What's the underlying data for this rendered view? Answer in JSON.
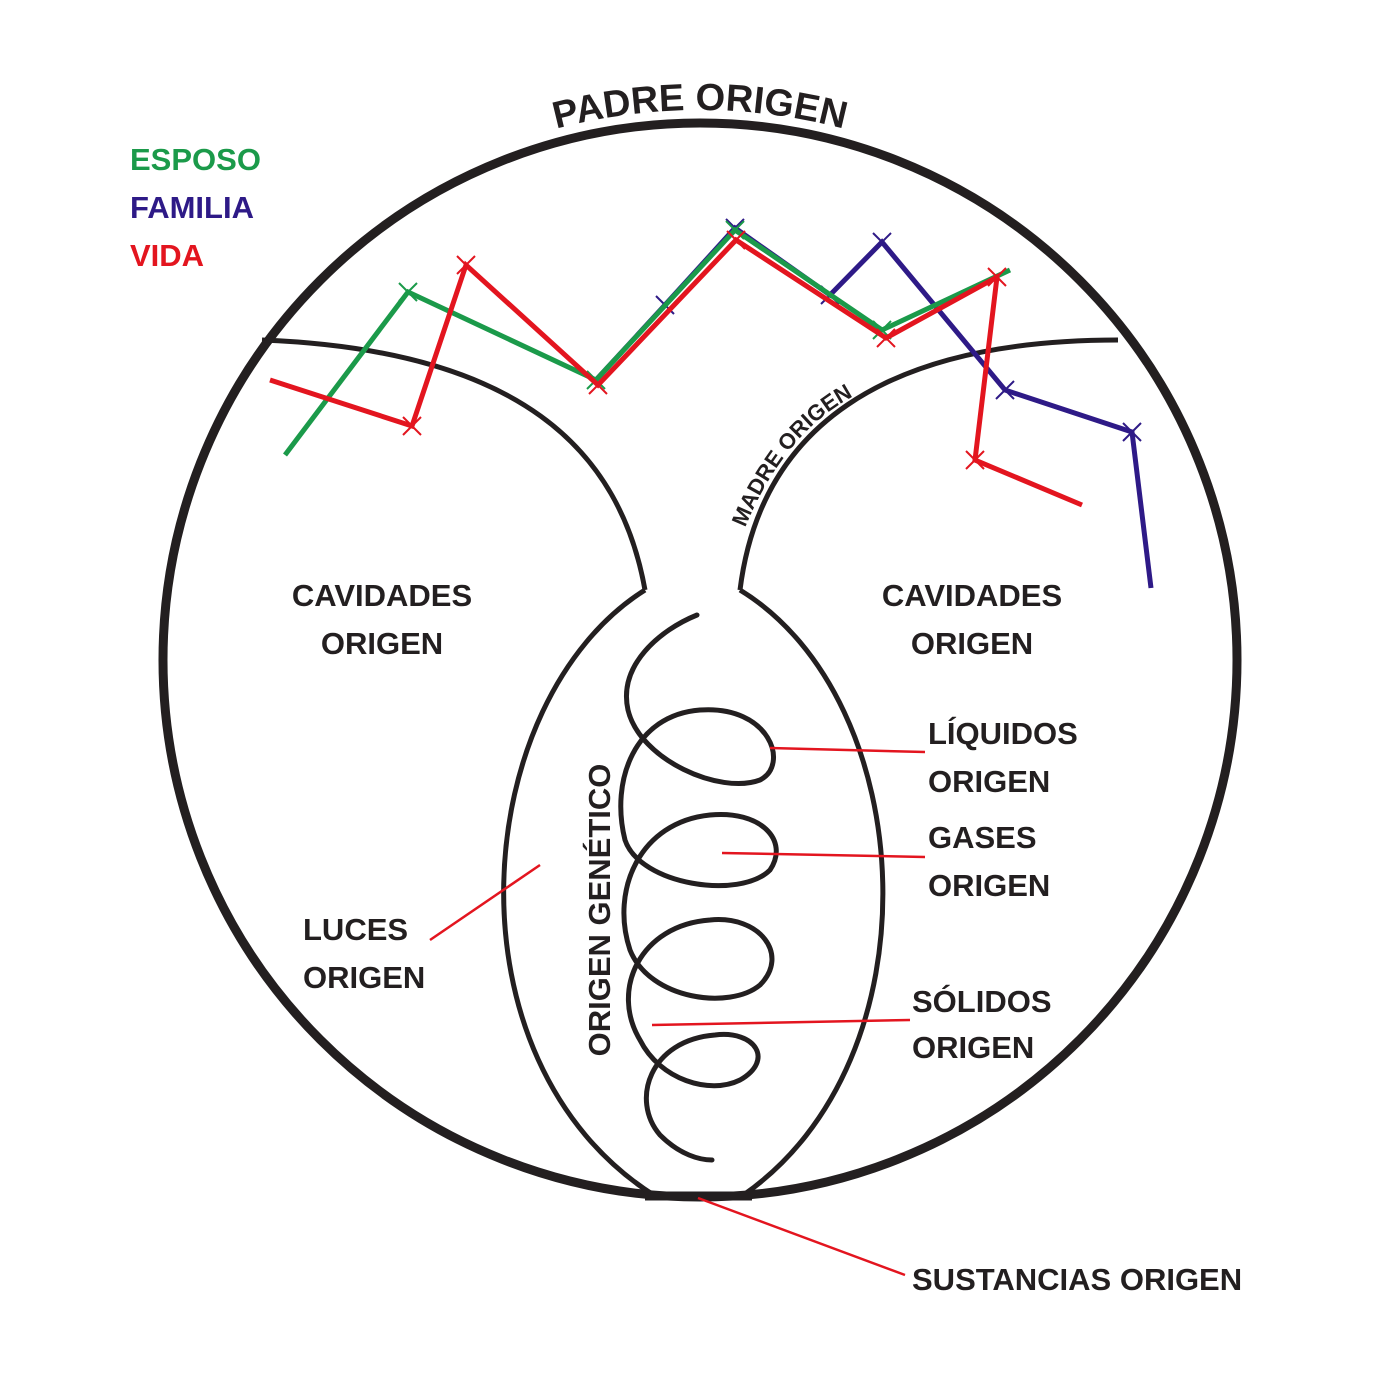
{
  "title": "PADRE ORIGEN",
  "arc_label": "MADRE ORIGEN",
  "legend": [
    {
      "label": "ESPOSO",
      "color": "#1b9a4a"
    },
    {
      "label": "FAMILIA",
      "color": "#2e1a87"
    },
    {
      "label": "VIDA",
      "color": "#e3151f"
    }
  ],
  "regions": {
    "left_cavity": [
      "CAVIDADES",
      "ORIGEN"
    ],
    "right_cavity": [
      "CAVIDADES",
      "ORIGEN"
    ],
    "genetic": "ORIGEN GENÉTICO"
  },
  "callouts": {
    "luces": [
      "LUCES",
      "ORIGEN"
    ],
    "liquidos": [
      "LÍQUIDOS",
      "ORIGEN"
    ],
    "gases": [
      "GASES",
      "ORIGEN"
    ],
    "solidos": [
      "SÓLIDOS",
      "ORIGEN"
    ],
    "sustancias": "SUSTANCIAS ORIGEN"
  },
  "colors": {
    "outline": "#231f20",
    "leader": "#e3151f"
  }
}
